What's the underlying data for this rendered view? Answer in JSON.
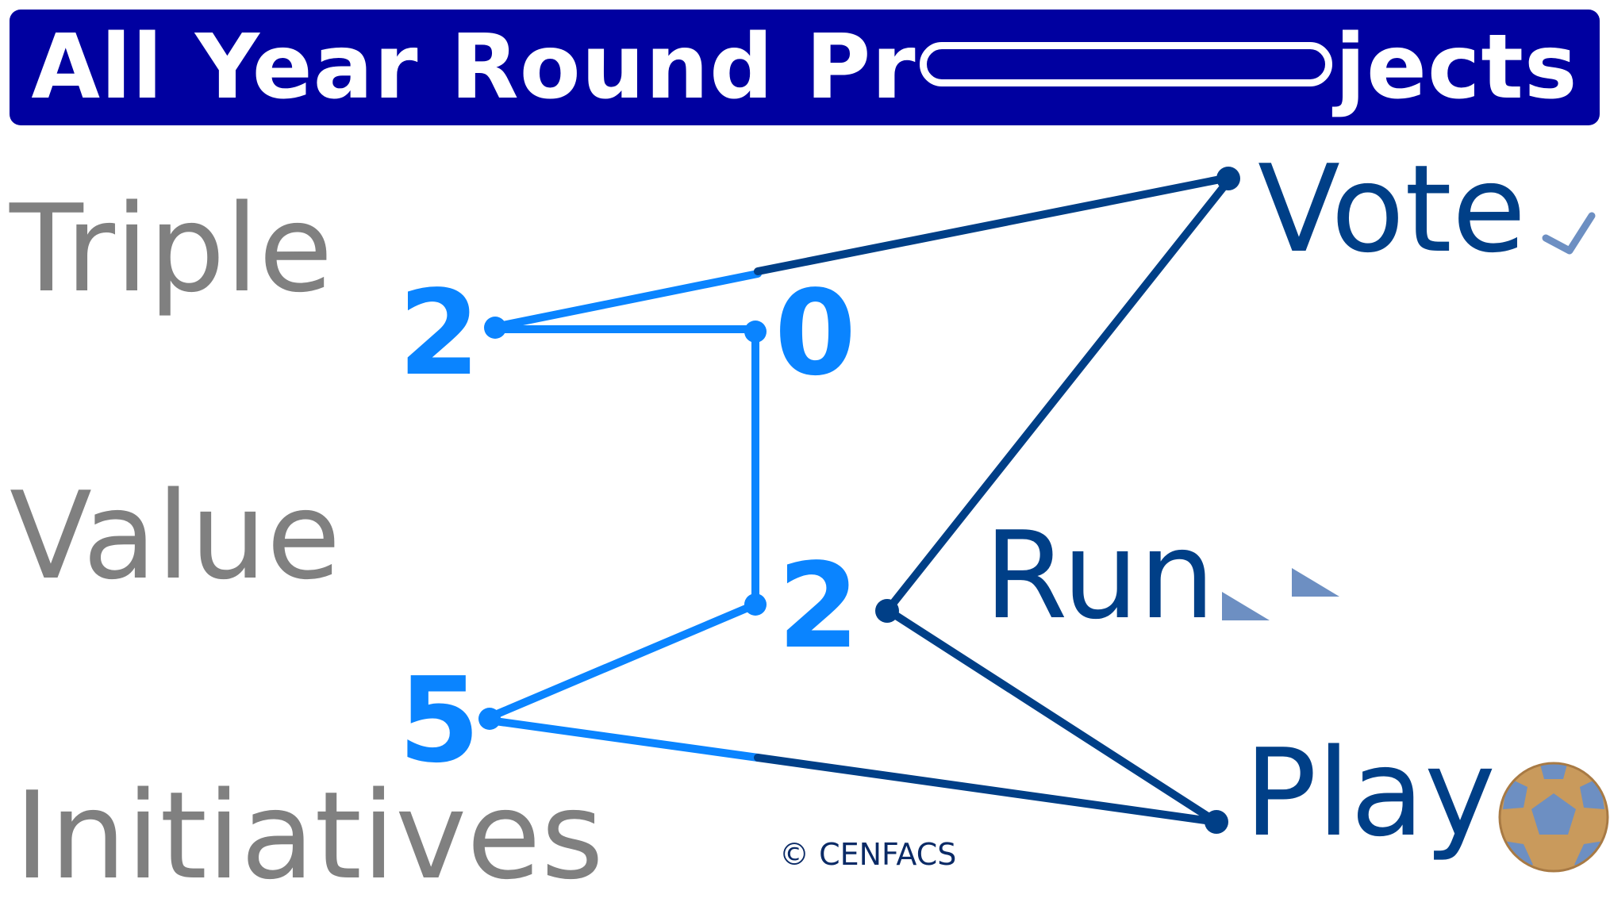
{
  "banner": {
    "title_left": "All Year Round Pr",
    "title_right": "jects"
  },
  "left_words": [
    "Triple",
    "Value",
    "Initiatives"
  ],
  "digits": [
    "2",
    "0",
    "2",
    "5"
  ],
  "actions": [
    "Vote",
    "Run",
    "Play"
  ],
  "footer": {
    "copyright": "© CENFACS"
  },
  "colors": {
    "banner": "#0000a0",
    "digits": "#0a84ff",
    "actions": "#003f87",
    "grey_words": "#808080",
    "icon": "#6d8fc2"
  },
  "icons": [
    "check-mark-icon",
    "stripes-icon",
    "football-icon"
  ]
}
